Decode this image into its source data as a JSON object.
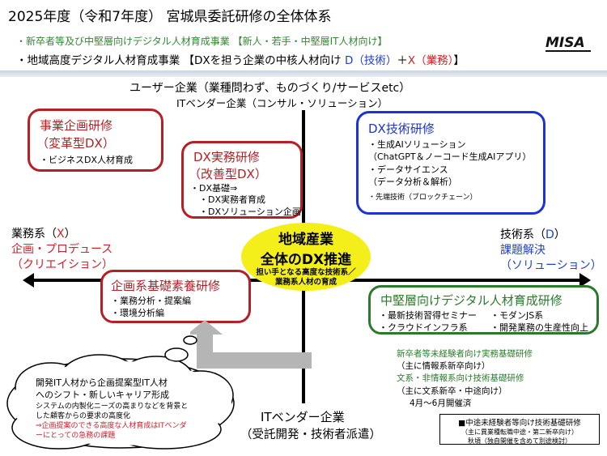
{
  "header": {
    "title": "2025年度（令和7年度） 宮城県委託研修の全体体系",
    "sub1": "・新卒者等及び中堅層向けデジタル人材育成事業 【新人・若手・中堅層IT人材向け】",
    "sub2_a": "・地域高度デジタル人材育成事業 【DXを担う企業の中核人材向け",
    "sub2_d": "D（技術）",
    "sub2_plus": "＋",
    "sub2_x": "X（業務）",
    "sub2_end": "】",
    "logo": "MISA"
  },
  "axes": {
    "top1": "ユーザー企業（業種問わず、ものづくり/サービスetc）",
    "top2": "ITベンダー企業（コンサル・ソリューション）",
    "bottom1": "ITベンダー企業",
    "bottom2": "（受託開発・技術者派遣）",
    "left_a": "業務系（",
    "left_x": "X",
    "left_b": "）",
    "left2": "企画・プロデュース",
    "left3": "（クリエイション）",
    "right_a": "技術系（",
    "right_d": "D",
    "right_b": "）",
    "right2": "課題解決",
    "right3": "（ソリューション）"
  },
  "boxes": {
    "jigyou": {
      "title1": "事業企画研修",
      "title2": "（変革型DX）",
      "items": [
        "・ビジネスDX人材育成"
      ]
    },
    "dxjitsumu": {
      "title1": "DX実務研修",
      "title2": "（改善型DX）",
      "items": [
        "・DX基礎⇒",
        "　・DX実務者育成",
        "　・DXソリューション企画"
      ]
    },
    "dxgijutsu": {
      "title": "DX技術研修",
      "items": [
        "・生成AIソリューション",
        "（ChatGPT＆ノーコード生成AIアプリ）",
        "・データサイエンス",
        "（データ分析＆解析）"
      ],
      "note": "・先端技術（ブロックチェーン）"
    },
    "kikaku": {
      "title": "企画系基礎素養研修",
      "items": [
        "・業務分析・提案編",
        "・環境分析編"
      ]
    },
    "chuken": {
      "title": "中堅層向けデジタル人材育成研修",
      "left_items": [
        "・最新技術習得セミナー",
        "・クラウドインフラ系"
      ],
      "right_items": [
        "・モダンJS系",
        "・開発業務の生産性向上"
      ]
    }
  },
  "center": {
    "line1": "地域産業",
    "line2": "全体のDX推進",
    "line3": "担い手となる高度な技術系／",
    "line4": "業務系人材の育成"
  },
  "cloud": {
    "line1": "開発IT人材から企画提案型IT人材",
    "line2": "へのシフト・新しいキャリア形成",
    "line3": "システムの内製化ニーズの高まりなどを背景と",
    "line4": "した顧客からの要求の高度化",
    "line5": "⇒企画提案のできる高度な人材育成はITベンダ",
    "line6": "ーにとっての急務の課題"
  },
  "newgrad": {
    "line1": "新卒者等未経験者向け実務基礎研修",
    "line2": "（主に情報系新卒向け）",
    "line3": "文系・非情報系向け技術基礎研修",
    "line4": "（主に文系新卒・中途向け）",
    "line5": "4月～6月開催済"
  },
  "midcareer": {
    "line1": "■中途未経験者等向け技術基礎研修",
    "line2": "（主に異業種転職中途・第二新卒向け）",
    "line3": "秋頃（独自開催を含めて別途検討）"
  }
}
